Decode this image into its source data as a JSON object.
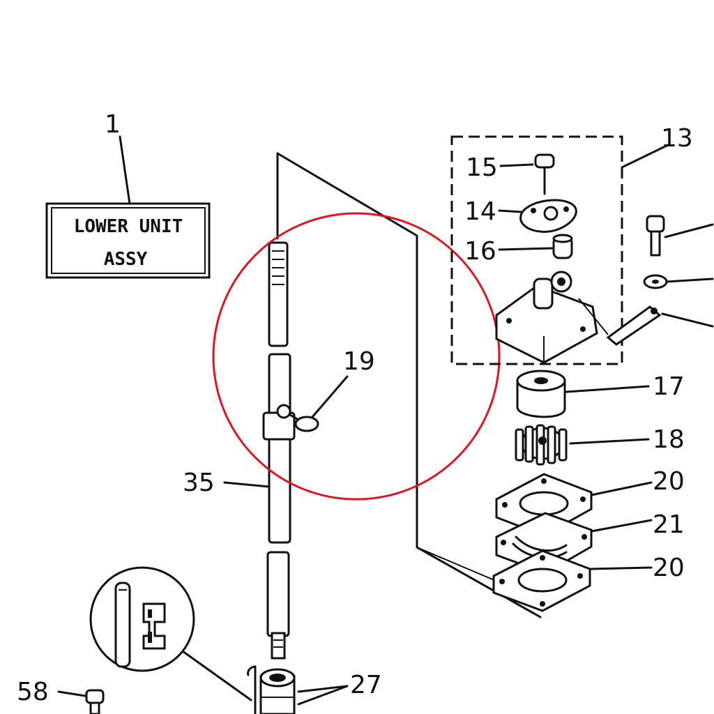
{
  "assy_box": {
    "line1": "LOWER UNIT",
    "line2": "ASSY"
  },
  "callouts": {
    "c1": "1",
    "c13": "13",
    "c14": "14",
    "c15": "15",
    "c16": "16",
    "c17": "17",
    "c18": "18",
    "c19": "19",
    "c20a": "20",
    "c21": "21",
    "c20b": "20",
    "c27": "27",
    "c35": "35",
    "c58": "58"
  },
  "colors": {
    "ink": "#111111",
    "highlight_circle": "#e0141e",
    "background": "#ffffff"
  }
}
